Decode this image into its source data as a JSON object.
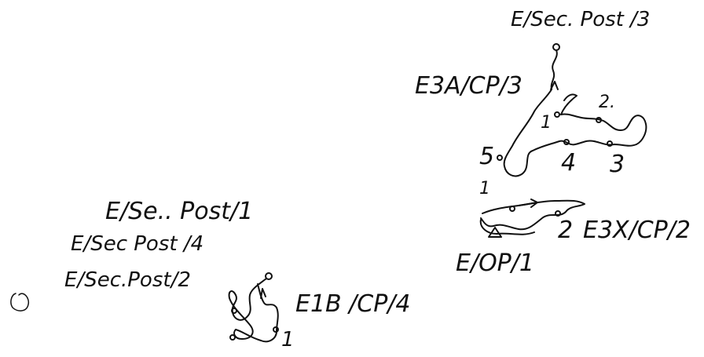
{
  "labels": {
    "sec_post_3": "E/Sec. Post /3",
    "e3a_cp_3": "E3A/CP/3",
    "num_2_top": "2.",
    "num_1_right": "1",
    "num_5": "5",
    "num_4": "4",
    "num_3": "3",
    "num_1_mid": "1",
    "num_2_bottom": "2",
    "e3x_cp_2": "E3X/CP/2",
    "e_op_1": "E/OP/1",
    "sec_post_1": "E/Se.. Post/1",
    "sec_post_4": "E/Sec Post /4",
    "sec_post_2": "E/Sec.Post/2",
    "e1b_cp_4": "E1B /CP/4",
    "num_1_bottom": "1"
  },
  "colors": {
    "ink": "#111111",
    "background": "#ffffff"
  }
}
